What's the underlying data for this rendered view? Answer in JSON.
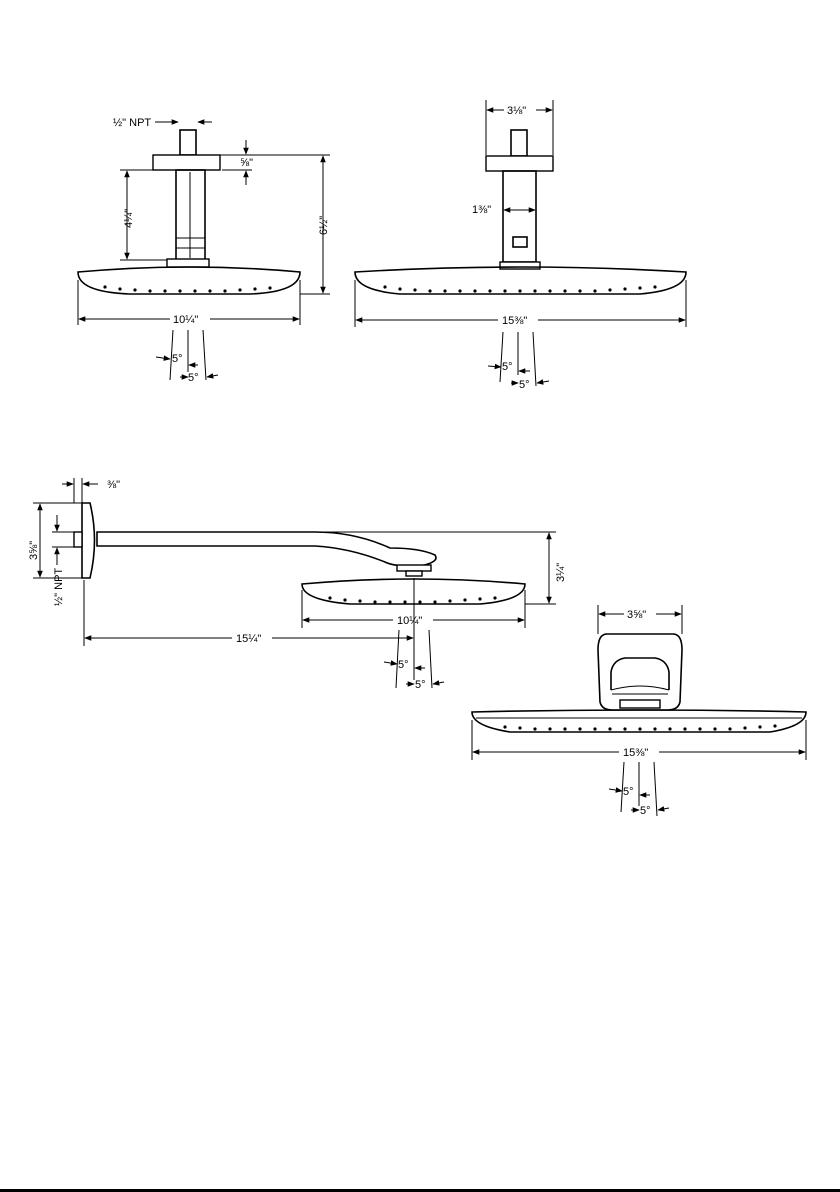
{
  "views": {
    "ceiling_small": {
      "npt_label": "½\" NPT",
      "flange_thickness": "⅝\"",
      "arm_length": "4¼\"",
      "overall_height": "6½\"",
      "head_width": "10¼\"",
      "tilt_a": "5°",
      "tilt_b": "5°"
    },
    "ceiling_large": {
      "flange_width": "3⅛\"",
      "arm_diameter": "1⅜\"",
      "head_width": "15⅜\"",
      "tilt_a": "5°",
      "tilt_b": "5°"
    },
    "wall_mount": {
      "wall_plate_depth": "⅜\"",
      "plate_height": "3⅝\"",
      "npt_label": "½\" NPT",
      "head_drop": "3¼\"",
      "arm_reach": "15¼\"",
      "head_width": "10¼\"",
      "tilt_a": "5°",
      "tilt_b": "5°"
    },
    "front_view": {
      "arm_width": "3⅝\"",
      "head_width": "15⅜\"",
      "tilt_a": "5°",
      "tilt_b": "5°"
    }
  }
}
